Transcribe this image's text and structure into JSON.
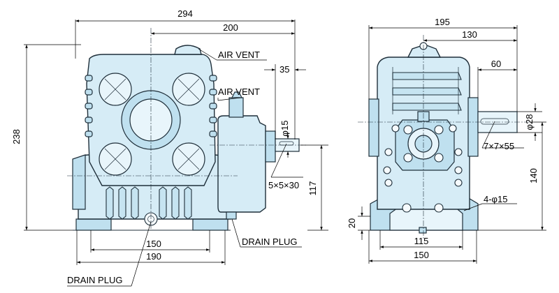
{
  "front_view": {
    "dim_overall_width": "294",
    "dim_vent_offset": "200",
    "dim_height": "238",
    "dim_35": "35",
    "dim_base_inner": "150",
    "dim_base_outer": "190",
    "dim_shaft_height": "117",
    "shaft_dia": "φ15",
    "key_size": "5×5×30",
    "label_air_vent_top": "AIR VENT",
    "label_air_vent_side": "AIR VENT",
    "label_drain_plug_side": "DRAIN PLUG",
    "label_drain_plug_bottom": "DRAIN PLUG"
  },
  "side_view": {
    "dim_overall_width": "195",
    "dim_130": "130",
    "dim_shaft_len": "60",
    "shaft_dia": "φ28",
    "key_size": "7×7×55",
    "dim_shaft_height": "140",
    "dim_base_height": "20",
    "dim_bolt_inner": "115",
    "dim_bolt_outer": "150",
    "bolt_holes": "4-φ15"
  }
}
